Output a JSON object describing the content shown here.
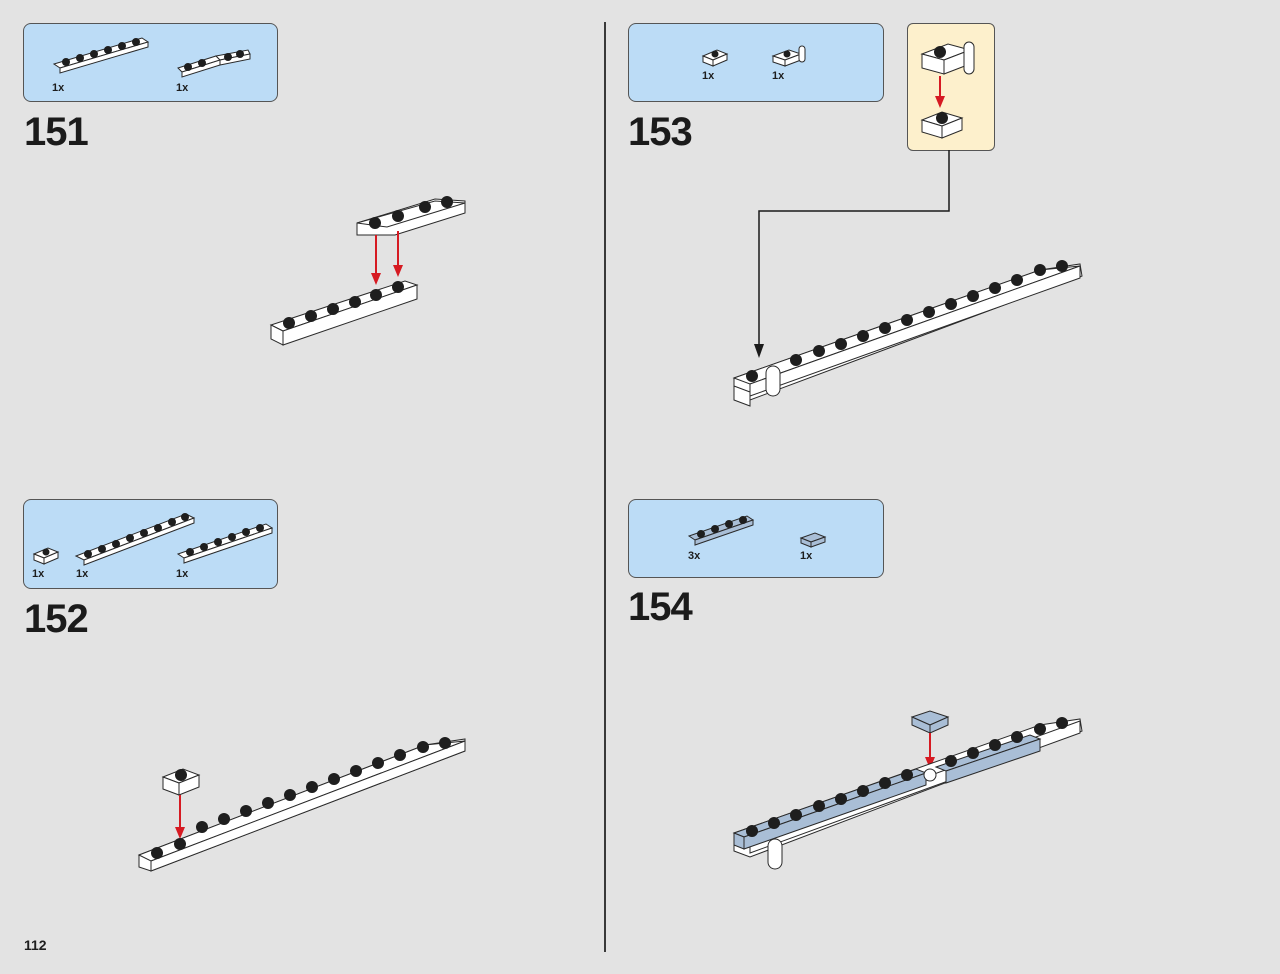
{
  "page_number": "112",
  "steps": [
    {
      "number": "151",
      "parts": [
        {
          "qty": "1x",
          "part": "white plate 1x6"
        },
        {
          "qty": "1x",
          "part": "white hinge plate"
        }
      ]
    },
    {
      "number": "152",
      "parts": [
        {
          "qty": "1x",
          "part": "white plate 1x1"
        },
        {
          "qty": "1x",
          "part": "white plate 1x8"
        },
        {
          "qty": "1x",
          "part": "white plate 1x6"
        }
      ]
    },
    {
      "number": "153",
      "parts": [
        {
          "qty": "1x",
          "part": "white plate 1x1"
        },
        {
          "qty": "1x",
          "part": "white plate 1x1 with clip"
        }
      ]
    },
    {
      "number": "154",
      "parts": [
        {
          "qty": "3x",
          "part": "sand blue plate 1x4"
        },
        {
          "qty": "1x",
          "part": "sand blue tile 1x1"
        }
      ]
    }
  ],
  "colors": {
    "background": "#e3e3e3",
    "parts_box": "#bcdcf6",
    "callout": "#fdf0cc",
    "arrow": "#d61a22",
    "sand_blue": "#a9bed6"
  }
}
